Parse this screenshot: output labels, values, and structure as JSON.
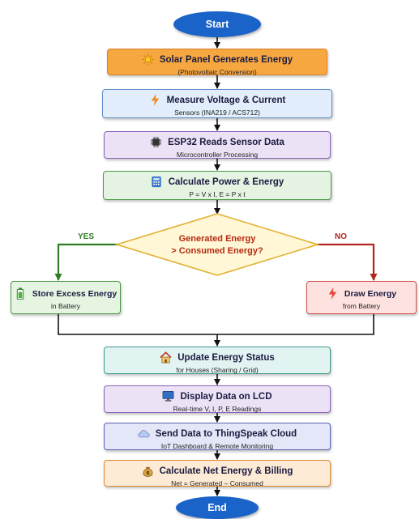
{
  "start": "Start",
  "end": "End",
  "steps": {
    "solar": {
      "title": "Solar Panel Generates Energy",
      "sub": "(Photovoltaic Conversion)",
      "icon": "sun-icon"
    },
    "measure": {
      "title": "Measure Voltage & Current",
      "sub": "Sensors (INA219 / ACS712)",
      "icon": "lightning-icon"
    },
    "esp32": {
      "title": "ESP32 Reads Sensor Data",
      "sub": "Microcontroller Processing",
      "icon": "chip-icon"
    },
    "calc": {
      "title": "Calculate Power & Energy",
      "sub": "P = V x I,  E = P x t",
      "icon": "calculator-icon"
    },
    "store": {
      "title": "Store Excess Energy",
      "sub": "in Battery",
      "icon": "battery-icon"
    },
    "draw": {
      "title": "Draw Energy",
      "sub": "from Battery",
      "icon": "lightning-icon"
    },
    "update": {
      "title": "Update Energy Status",
      "sub": "for Houses (Sharing / Grid)",
      "icon": "house-icon"
    },
    "lcd": {
      "title": "Display Data on LCD",
      "sub": "Real-time V, I, P, E Readings",
      "icon": "monitor-icon"
    },
    "cloud": {
      "title": "Send Data to ThingSpeak Cloud",
      "sub": "IoT Dashboard & Remote Monitoring",
      "icon": "cloud-icon"
    },
    "billing": {
      "title": "Calculate Net Energy & Billing",
      "sub": "Net = Generated – Consumed",
      "icon": "money-bag-icon"
    }
  },
  "decision": {
    "line1": "Generated Energy",
    "line2": "> Consumed Energy?"
  },
  "yes_label": "YES",
  "no_label": "NO"
}
